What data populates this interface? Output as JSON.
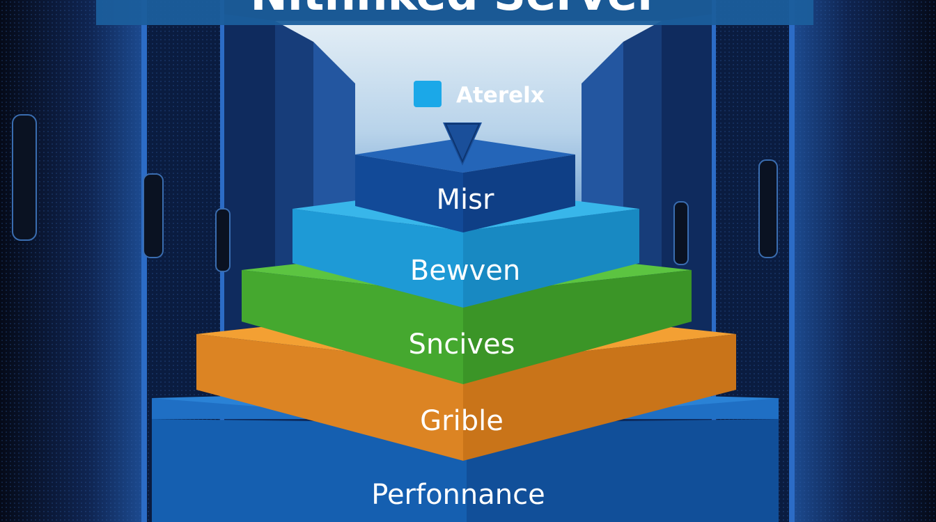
{
  "title": "Nithnked Server",
  "legend": {
    "label": "Aterelx",
    "swatch_color": "#1ba8e8"
  },
  "layers": [
    {
      "label": "Misr",
      "top_color": "#1f5fb8",
      "front_color": "#124a98"
    },
    {
      "label": "Bewven",
      "top_color": "#38b6ea",
      "front_color": "#1e9ad6"
    },
    {
      "label": "Sncives",
      "top_color": "#5cc441",
      "front_color": "#45a82f"
    },
    {
      "label": "Grible",
      "top_color": "#f3a033",
      "front_color": "#dc8423"
    },
    {
      "label": "Perfonnance",
      "top_color": "#1f6fc4",
      "front_color": "#155fb0"
    }
  ],
  "colors": {
    "background": "#050b1c",
    "title_banner": "#1b5e9c",
    "corridor_light": "#cfe4f2",
    "arrow": "#1a4f9a"
  }
}
